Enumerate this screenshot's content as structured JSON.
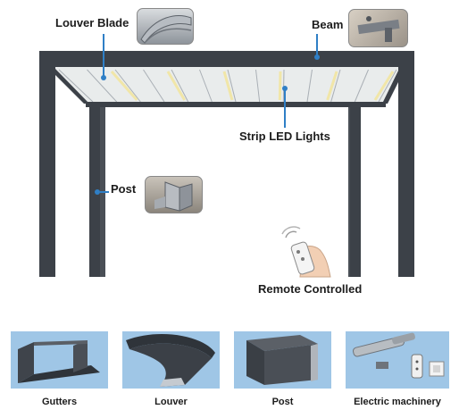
{
  "callouts": {
    "louver_blade": "Louver Blade",
    "beam": "Beam",
    "strip_led_lights": "Strip LED Lights",
    "post": "Post",
    "remote_controlled": "Remote Controlled"
  },
  "components": [
    {
      "label": "Gutters"
    },
    {
      "label": "Louver"
    },
    {
      "label": "Post"
    },
    {
      "label": "Electric machinery"
    }
  ],
  "colors": {
    "frame": "#3c4148",
    "leader": "#2f7fc6",
    "led": "#f1e6a8",
    "component_bg": "#9fc6e6"
  }
}
